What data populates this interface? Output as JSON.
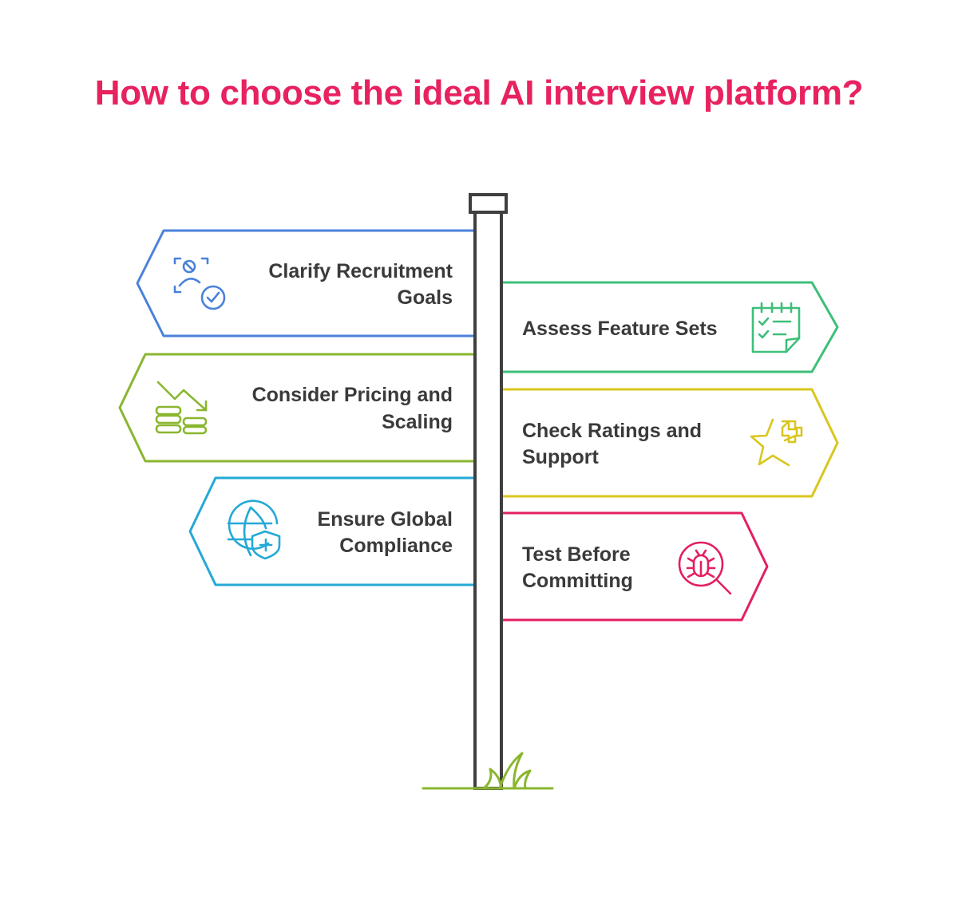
{
  "title": "How to choose the ideal AI interview platform?",
  "signs": [
    {
      "id": "clarify",
      "side": "left",
      "lines": [
        "Clarify Recruitment",
        "Goals"
      ],
      "color": "#4a82d9",
      "icon": "user-check-icon"
    },
    {
      "id": "assess",
      "side": "right",
      "lines": [
        "Assess Feature Sets"
      ],
      "color": "#3dbf7a",
      "icon": "calendar-checklist-icon"
    },
    {
      "id": "pricing",
      "side": "left",
      "lines": [
        "Consider Pricing and",
        "Scaling"
      ],
      "color": "#8ab62f",
      "icon": "coins-trend-down-icon"
    },
    {
      "id": "ratings",
      "side": "right",
      "lines": [
        "Check Ratings and",
        "Support"
      ],
      "color": "#d9c61e",
      "icon": "star-plus-icon"
    },
    {
      "id": "compliance",
      "side": "left",
      "lines": [
        "Ensure Global",
        "Compliance"
      ],
      "color": "#24a9d6",
      "icon": "globe-shield-icon"
    },
    {
      "id": "test",
      "side": "right",
      "lines": [
        "Test Before",
        "Committing"
      ],
      "color": "#e31f61",
      "icon": "bug-search-icon"
    }
  ],
  "pole_color": "#3f3f3f",
  "grass_color": "#8ab62f"
}
